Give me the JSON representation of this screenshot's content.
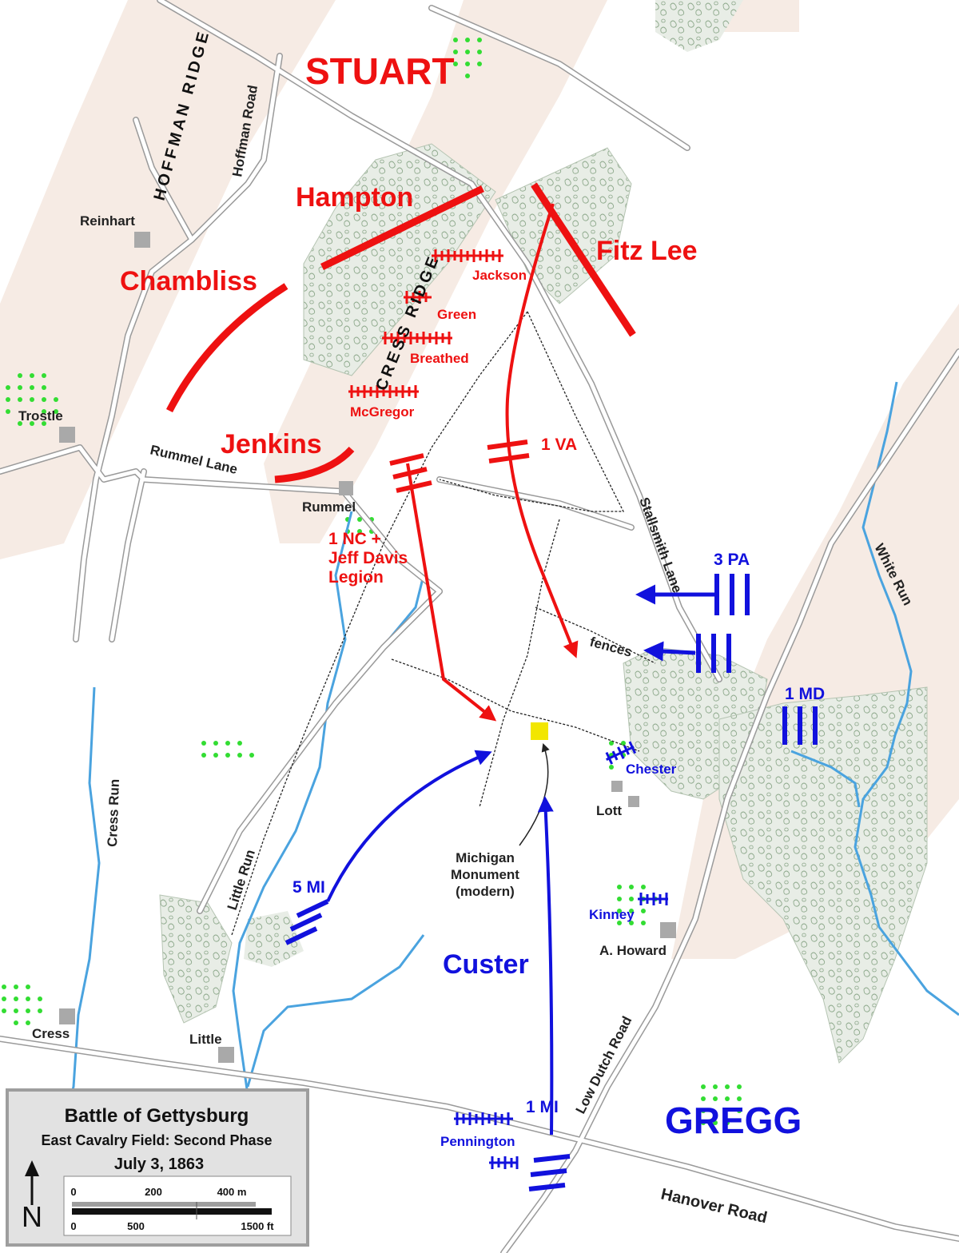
{
  "title_box": {
    "title": "Battle of Gettysburg",
    "subtitle": "East Cavalry Field: Second Phase",
    "date": "July 3, 1863",
    "north": "N",
    "scale_m": [
      "0",
      "200",
      "400 m"
    ],
    "scale_ft": [
      "0",
      "500",
      "1500 ft"
    ]
  },
  "commanders": {
    "stuart": "STUART",
    "custer": "Custer",
    "gregg": "GREGG"
  },
  "confederate_units": {
    "hampton": "Hampton",
    "fitz_lee": "Fitz Lee",
    "chambliss": "Chambliss",
    "jenkins": "Jenkins",
    "va1": "1 VA",
    "nc1_line1": "1 NC +",
    "nc1_line2": "Jeff Davis",
    "nc1_line3": "Legion"
  },
  "confederate_batteries": [
    "Jackson",
    "Green",
    "Breathed",
    "McGregor"
  ],
  "union_units": {
    "pa3": "3 PA",
    "md1": "1 MD",
    "mi5": "5 MI",
    "mi1": "1 MI"
  },
  "union_batteries": [
    "Chester",
    "Kinney",
    "Pennington"
  ],
  "places": {
    "reinhart": "Reinhart",
    "trostle": "Trostle",
    "rummel": "Rummel",
    "lott": "Lott",
    "a_howard": "A. Howard",
    "cress": "Cress",
    "little": "Little"
  },
  "terrain": {
    "hoffman_ridge": "HOFFMAN RIDGE",
    "cress_ridge": "CRESS RIDGE"
  },
  "roads": {
    "hoffman_road": "Hoffman Road",
    "rummel_lane": "Rummel Lane",
    "stallsmith_lane": "Stallsmith Lane",
    "low_dutch_road": "Low Dutch Road",
    "hanover_road": "Hanover Road"
  },
  "streams": {
    "cress_run": "Cress Run",
    "little_run": "Little Run",
    "white_run": "White Run"
  },
  "annotations": {
    "fences": "fences",
    "monument_line1": "Michigan",
    "monument_line2": "Monument",
    "monument_line3": "(modern)"
  },
  "colors": {
    "confederate": "#ee1111",
    "union": "#1111dd",
    "ridge": "#f6ebe4",
    "road": "#9a9a9a",
    "stream": "#4aa3df",
    "woods": "#e6ece4",
    "orchard": "#33dd33",
    "monument": "#f2e600",
    "building": "#a9a9a9"
  }
}
